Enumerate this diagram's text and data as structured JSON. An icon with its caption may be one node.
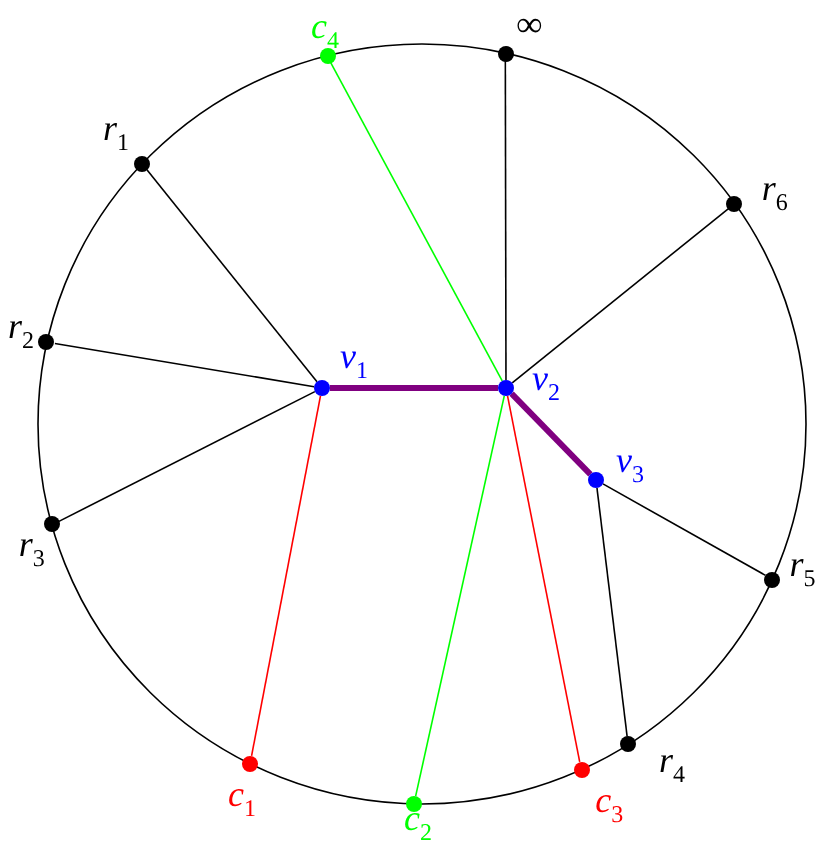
{
  "diagram": {
    "nodes": [
      {
        "text": [],
        "shape": "circle",
        "beside": [
          "c$_{4}$"
        ]
      },
      {
        "text": [],
        "shape": "circle",
        "beside": [
          "∞"
        ]
      },
      {
        "text": [],
        "shape": "circle",
        "beside": [
          "r$_{1}$"
        ]
      },
      {
        "text": [],
        "shape": "circle",
        "beside": [
          "r$_{6}$"
        ]
      },
      {
        "text": [],
        "shape": "circle",
        "beside": [
          "r$_{2}$"
        ]
      },
      {
        "text": [],
        "shape": "circle",
        "beside": [
          "v$_{1}$"
        ]
      },
      {
        "text": [],
        "shape": "circle",
        "beside": [
          "v$_{2}$"
        ]
      },
      {
        "text": [],
        "shape": "circle",
        "beside": [
          "v$_{3}$"
        ]
      },
      {
        "text": [],
        "shape": "circle",
        "beside": [
          "r$_{3}$"
        ]
      },
      {
        "text": [],
        "shape": "circle",
        "beside": [
          "r$_{5}$"
        ]
      },
      {
        "text": [],
        "shape": "circle",
        "beside": [
          "r$_{4}$"
        ]
      },
      {
        "text": [],
        "shape": "circle",
        "beside": [
          "c$_{3}$"
        ]
      },
      {
        "text": [],
        "shape": "circle",
        "beside": [
          "c$_{1}$"
        ]
      },
      {
        "text": [],
        "shape": "circle",
        "beside": [
          "c$_{2}$"
        ]
      }
    ],
    "edges": [
      {
        "from": 6,
        "to": 0,
        "arrow": "none",
        "color": "#00ff00"
      },
      {
        "from": 6,
        "to": 1,
        "arrow": "none"
      },
      {
        "from": 6,
        "to": 3,
        "arrow": "none"
      },
      {
        "from": 5,
        "to": 2,
        "arrow": "none"
      },
      {
        "from": 5,
        "to": 4,
        "arrow": "none"
      },
      {
        "from": 5,
        "to": 8,
        "arrow": "none"
      },
      {
        "from": 5,
        "to": 12,
        "arrow": "none",
        "color": "#ff0000"
      },
      {
        "from": 6,
        "to": 13,
        "arrow": "none",
        "color": "#00ff00"
      },
      {
        "from": 6,
        "to": 11,
        "arrow": "none",
        "color": "#ff0000"
      },
      {
        "from": 5,
        "to": 6,
        "arrow": "none",
        "style": "thick",
        "color": "#800080"
      },
      {
        "from": 6,
        "to": 7,
        "arrow": "none",
        "style": "thick",
        "color": "#800080"
      },
      {
        "from": 7,
        "to": 9,
        "arrow": "none"
      },
      {
        "from": 7,
        "to": 10,
        "arrow": "none"
      }
    ]
  }
}
